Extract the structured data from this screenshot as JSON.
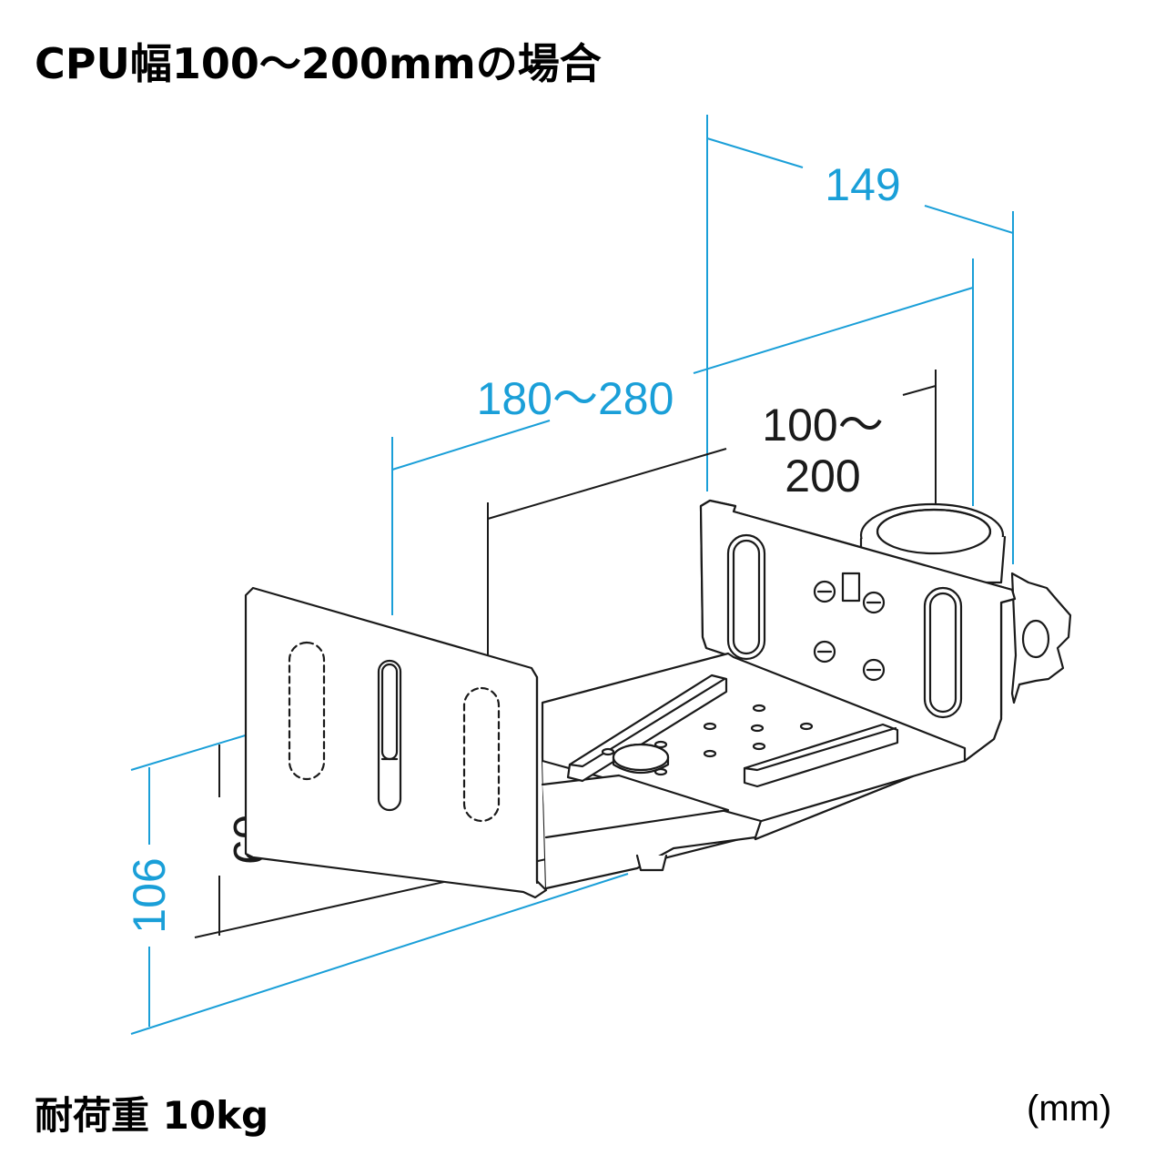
{
  "title": "CPU幅100〜200mmの場合",
  "load_capacity": "耐荷重 10kg",
  "unit": "(mm)",
  "dimensions": {
    "depth": "149",
    "width_range": "180〜280",
    "cpu_width_line1": "100〜",
    "cpu_width_line2": "200",
    "total_height": "106",
    "inner_height": "69"
  },
  "colors": {
    "dimension_blue": "#1a9fd8",
    "dimension_black": "#1a1a1a",
    "line": "#1a1a1a"
  }
}
